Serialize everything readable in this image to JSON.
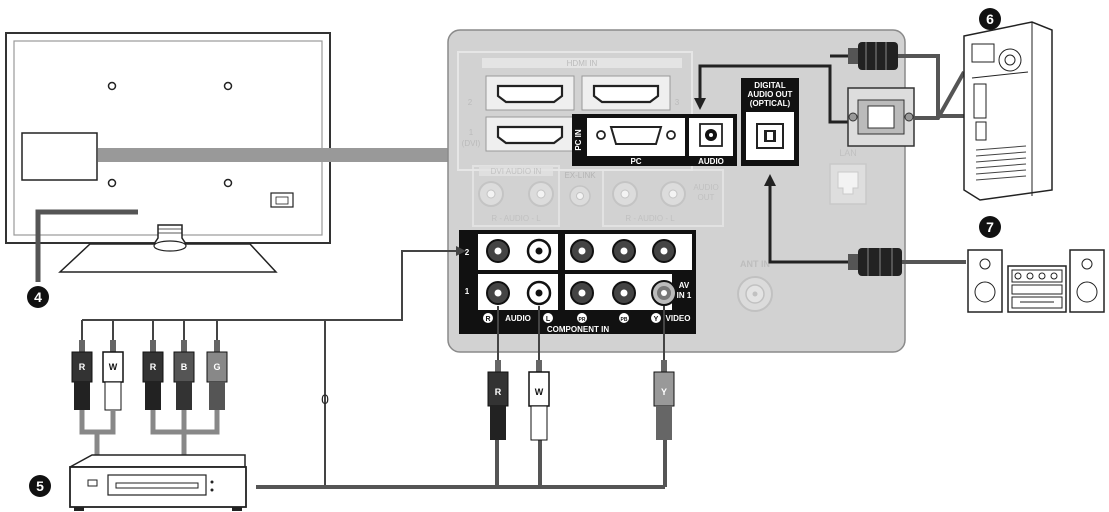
{
  "panel": {
    "hdmi_in": "HDMI IN",
    "hdmi_port_2": "2",
    "hdmi_port_3": "3",
    "hdmi_port_1": "1",
    "hdmi_port_1_sub": "(DVI)",
    "pc_in": "PC IN",
    "pc_label": "PC",
    "audio_label": "AUDIO",
    "digital_audio_out": [
      "DIGITAL",
      "AUDIO OUT",
      "(OPTICAL)"
    ],
    "dvi_audio_in": "DVI AUDIO IN",
    "ex_link": "EX-LINK",
    "audio_out": [
      "AUDIO",
      "OUT"
    ],
    "audio_r_l": "R - AUDIO - L",
    "lan": "LAN",
    "ant_in": "ANT IN",
    "av_in": [
      "AV",
      "IN 1"
    ],
    "row_2": "2",
    "row_1": "1",
    "bottom_labels": [
      "R",
      "AUDIO",
      "L",
      "PR",
      "PB",
      "Y",
      "VIDEO"
    ],
    "component_in": "COMPONENT IN"
  },
  "callouts": {
    "four": "4",
    "five": "5",
    "six": "6",
    "seven": "7"
  },
  "plug_letters": {
    "r1": "R",
    "w1": "W",
    "r2": "R",
    "b": "B",
    "g": "G",
    "r3": "R",
    "w3": "W",
    "y": "Y"
  },
  "cable_mark": "0"
}
